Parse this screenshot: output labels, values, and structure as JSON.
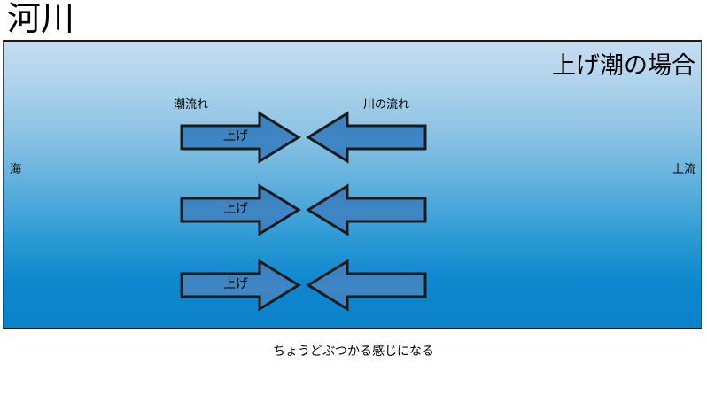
{
  "slide": {
    "title": "河川",
    "heading": "上げ潮の場合",
    "bottom_note": "ちょうどぶつかる感じになる",
    "labels": {
      "sea": "海",
      "upstream": "上流",
      "tide_flow": "潮流れ",
      "river_flow": "川の流れ"
    },
    "colors": {
      "panel_top": "#c4dcf0",
      "panel_bottom": "#0c81c9",
      "arrow_fill": "#3f86c4",
      "arrow_stroke": "#1a1a1a",
      "text": "#000000"
    },
    "arrow_rows": [
      {
        "left_arrow": {
          "label": "上げ",
          "direction": "right",
          "icon": "arrow-right-icon"
        },
        "right_arrow": {
          "label": "",
          "direction": "left",
          "icon": "arrow-left-icon"
        }
      },
      {
        "left_arrow": {
          "label": "上げ",
          "direction": "right",
          "icon": "arrow-right-icon"
        },
        "right_arrow": {
          "label": "",
          "direction": "left",
          "icon": "arrow-left-icon"
        }
      },
      {
        "left_arrow": {
          "label": "上げ",
          "direction": "right",
          "icon": "arrow-right-icon"
        },
        "right_arrow": {
          "label": "",
          "direction": "left",
          "icon": "arrow-left-icon"
        }
      }
    ]
  }
}
